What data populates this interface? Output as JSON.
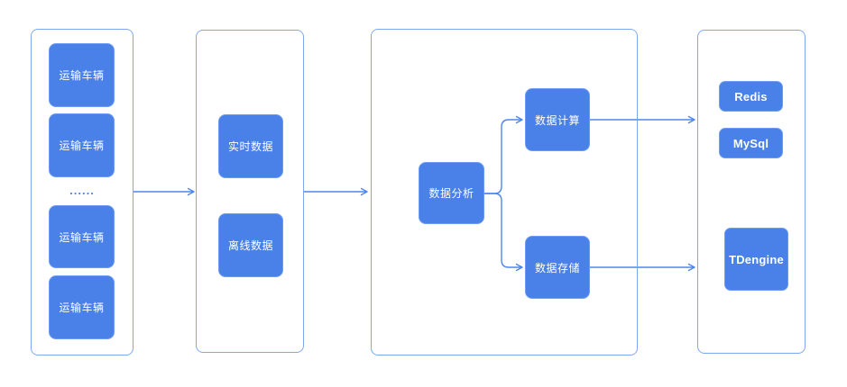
{
  "colors": {
    "box_fill": "#4a81e9",
    "box_edge": "#6d9cf2",
    "container_border": "#7fa7f0",
    "connector": "#4d86ec",
    "text": "#ffffff",
    "canvas_bg": "#ffffff"
  },
  "vehicles_panel": {
    "boxes": [
      "运输车辆",
      "运输车辆",
      "运输车辆",
      "运输车辆"
    ],
    "ellipsis": "......"
  },
  "data_panel": {
    "realtime": "实时数据",
    "offline": "离线数据"
  },
  "analysis_panel": {
    "analysis": "数据分析",
    "compute": "数据计算",
    "storage": "数据存储"
  },
  "storage_panel": {
    "redis": "Redis",
    "mysql": "MySql",
    "tdengine": "TDengine"
  }
}
